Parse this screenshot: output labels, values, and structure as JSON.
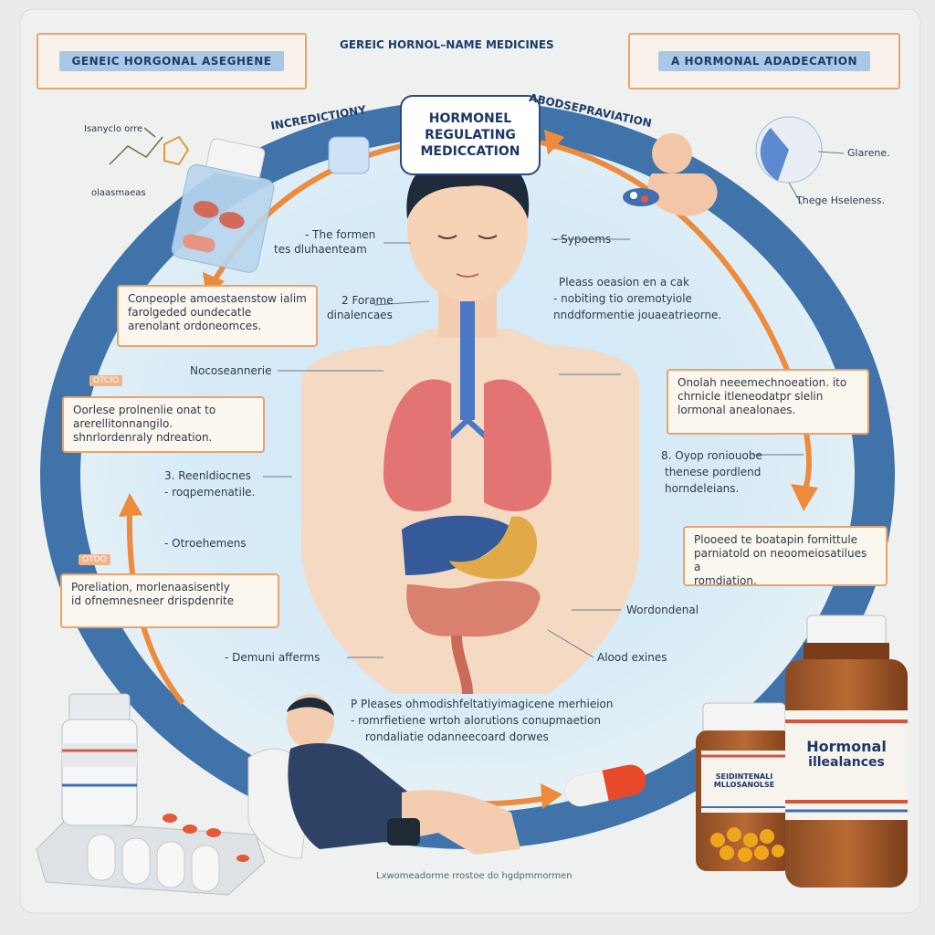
{
  "top_tags": {
    "left": "GENEIC HORGONAL ASEGHENE",
    "center": "GEREIC HORNOL–NAME MEDICINES",
    "right": "A HORMONAL ADADECATION"
  },
  "title_bubble": {
    "line1": "HORMONEL",
    "line2": "REGULATING",
    "line3": "MEDICCATION"
  },
  "arc_labels": {
    "left": "INCREDICTIONY",
    "right": "ABODSEPRAVIATION"
  },
  "molecule_labels": {
    "top": "Isanyclo orre",
    "bottom": "olaasmaeas"
  },
  "right_icon_labels": {
    "a": "Glarene.",
    "b": "Thege Hseleness."
  },
  "left_labels": {
    "l1_a": "- The formen",
    "l1_b": "tes dluhaenteam",
    "l2_a": "2 Forame",
    "l2_b": "dinalencaes",
    "l3": "Nocoseannerie",
    "l4_a": "3. Reenldiocnes",
    "l4_b": "- roqpemenatile.",
    "l5": "- Otroehemens",
    "l6": "- Demuni afferms"
  },
  "right_labels": {
    "r1": "- Sypoems",
    "r2_a": "Pleass oeasion en a cak",
    "r2_b": "- nobiting tio oremotyiole",
    "r2_c": "nnddformentie jouaeatrieorne.",
    "r3_a": "8. Oyop roniouobe",
    "r3_b": "thenese pordlend",
    "r3_c": "horndeleians.",
    "r4": "Wordondenal",
    "r5": "Alood exines"
  },
  "left_boxes": {
    "b1_a": "Conpeople amoestaenstow ialim",
    "b1_b": "farolgeded oundecatle",
    "b1_c": "arenolant ordoneomces.",
    "b2_a": "Oorlese prolnenlie onat to",
    "b2_b": "arerellitonnangilo.",
    "b2_c": "shnrlordenraly ndreation.",
    "b3_a": "Poreliation, morlenaasisently",
    "b3_b": "id ofnemnesneer drispdenrite"
  },
  "left_box_tags": {
    "t1": "OTCIO",
    "t2": "OTDO"
  },
  "right_boxes": {
    "b1_a": "Onolah neeemechnoeation. ito",
    "b1_b": "chrnicle itleneodatpr slelin",
    "b1_c": "lormonal anealonaes.",
    "b2_a": "Plooeed te boatapin fornittule",
    "b2_b": "parniatold on neoomeiosatilues a",
    "b2_c": "romdiation."
  },
  "bottom_text": {
    "a": "P Pleases ohmodishfeltatiyimagicene merhieion",
    "b": "- romrfietiene wrtoh alorutions conupmaetion",
    "c": "rondaliatie odanneecoard dorwes"
  },
  "footer": "Lxwomeadorme rrostoe do hgdpmmormen",
  "bottle_large": {
    "line1": "Hormonal",
    "line2": "illealances"
  },
  "bottle_small": {
    "line1": "SEIDINTENALI",
    "line2": "MLLOSANOLSE"
  },
  "colors": {
    "arc_blue": "#4a7db4",
    "arrow_orange": "#ee8a3c",
    "box_border": "#e8a46c",
    "tag_fill": "#a9c8e6",
    "title_text": "#1d3764"
  }
}
